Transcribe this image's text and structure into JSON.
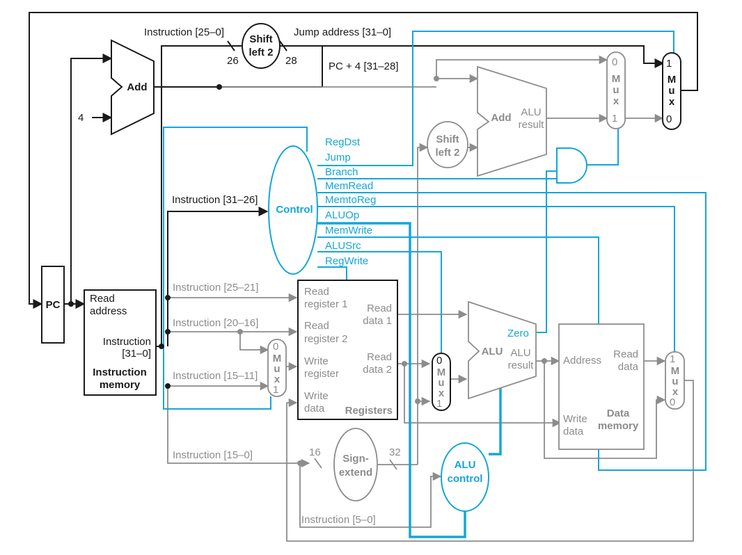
{
  "colors": {
    "datapath": "#1a1a1a",
    "inactive": "#8c8c8c",
    "control": "#14a6d9"
  },
  "labels": {
    "instr_25_0": "Instruction [25–0]",
    "shift_top": "Shift",
    "shift_bottom": "left 2",
    "jump_address": "Jump address [31–0]",
    "w26": "26",
    "w28": "28",
    "pc4": "PC + 4 [31–28]",
    "add": "Add",
    "four": "4",
    "mux": [
      "M",
      "u",
      "x"
    ],
    "zero_in": "0",
    "one_in": "1",
    "alu_result_1": "ALU",
    "alu_result_2": "result",
    "control": "Control",
    "instr_31_26": "Instruction [31–26]",
    "regdst": "RegDst",
    "jump": "Jump",
    "branch": "Branch",
    "memread": "MemRead",
    "memtoreg": "MemtoReg",
    "aluop": "ALUOp",
    "memwrite": "MemWrite",
    "alusrc": "ALUSrc",
    "regwrite": "RegWrite",
    "pc": "PC",
    "read_address_1": "Read",
    "read_address_2": "address",
    "instruction": "Instruction",
    "instr_31_0": "[31–0]",
    "instruction_memory_1": "Instruction",
    "instruction_memory_2": "memory",
    "instr_25_21": "Instruction [25–21]",
    "instr_20_16": "Instruction [20–16]",
    "instr_15_11": "Instruction [15–11]",
    "instr_15_0": "Instruction [15–0]",
    "instr_5_0": "Instruction [5–0]",
    "read_register_1a": "Read",
    "read_register_1b": "register 1",
    "read_register_2a": "Read",
    "read_register_2b": "register 2",
    "write_register_a": "Write",
    "write_register_b": "register",
    "write_data_a": "Write",
    "write_data_b": "data",
    "read_data_1a": "Read",
    "read_data_1b": "data 1",
    "read_data_2a": "Read",
    "read_data_2b": "data 2",
    "registers": "Registers",
    "alu": "ALU",
    "zero": "Zero",
    "address": "Address",
    "read_data_a": "Read",
    "read_data_b": "data",
    "dm_write_a": "Write",
    "dm_write_b": "data",
    "data_memory_1": "Data",
    "data_memory_2": "memory",
    "w16": "16",
    "w32": "32",
    "sign_1": "Sign-",
    "sign_2": "extend",
    "alu_control_1": "ALU",
    "alu_control_2": "control"
  }
}
